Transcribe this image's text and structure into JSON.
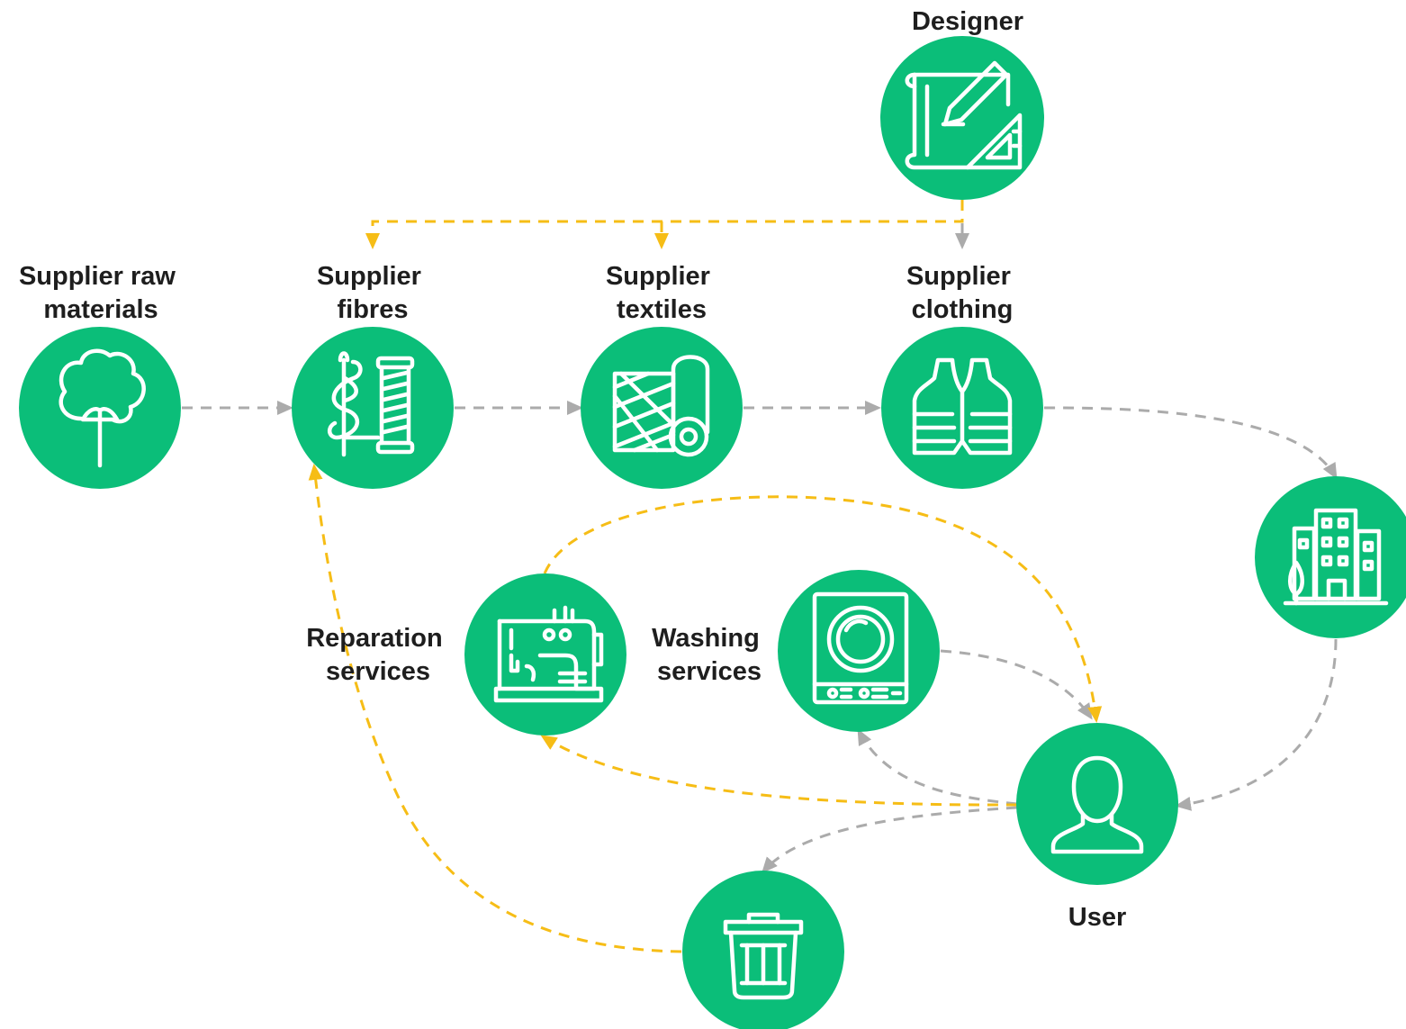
{
  "colors": {
    "node": "#0bbe79",
    "flow_material": "#ababab",
    "flow_circular": "#f6bd16",
    "text": "#1e1e1e"
  },
  "nodes": {
    "designer": {
      "label_lines": [
        "Designer"
      ],
      "icon": "blueprint-pencil-icon"
    },
    "raw_materials": {
      "label_lines": [
        "Supplier raw",
        "materials"
      ],
      "icon": "cotton-plant-icon"
    },
    "fibres": {
      "label_lines": [
        "Supplier",
        "fibres"
      ],
      "icon": "needle-thread-spool-icon"
    },
    "textiles": {
      "label_lines": [
        "Supplier",
        "textiles"
      ],
      "icon": "fabric-roll-icon"
    },
    "clothing": {
      "label_lines": [
        "Supplier",
        "clothing"
      ],
      "icon": "safety-vest-icon"
    },
    "buildings": {
      "label_lines": [],
      "icon": "buildings-icon"
    },
    "reparation": {
      "label_lines": [
        "Reparation",
        "services"
      ],
      "icon": "sewing-machine-icon"
    },
    "washing": {
      "label_lines": [
        "Washing",
        "services"
      ],
      "icon": "washing-machine-icon"
    },
    "user": {
      "label_lines": [
        "User"
      ],
      "icon": "user-icon"
    },
    "waste": {
      "label_lines": [],
      "icon": "trash-bin-icon"
    }
  },
  "edges": [
    {
      "from": "raw_materials",
      "to": "fibres",
      "style": "gray"
    },
    {
      "from": "fibres",
      "to": "textiles",
      "style": "gray"
    },
    {
      "from": "textiles",
      "to": "clothing",
      "style": "gray"
    },
    {
      "from": "designer",
      "to": "clothing",
      "style": "gray"
    },
    {
      "from": "designer",
      "to": "textiles",
      "style": "yellow"
    },
    {
      "from": "designer",
      "to": "fibres",
      "style": "yellow"
    },
    {
      "from": "clothing",
      "to": "buildings",
      "style": "gray"
    },
    {
      "from": "buildings",
      "to": "user",
      "style": "gray"
    },
    {
      "from": "washing",
      "to": "user",
      "style": "gray"
    },
    {
      "from": "user",
      "to": "washing",
      "style": "gray"
    },
    {
      "from": "user",
      "to": "waste",
      "style": "gray"
    },
    {
      "from": "user",
      "to": "reparation",
      "style": "yellow"
    },
    {
      "from": "reparation",
      "to": "user",
      "style": "yellow"
    },
    {
      "from": "waste",
      "to": "fibres",
      "style": "yellow"
    }
  ]
}
